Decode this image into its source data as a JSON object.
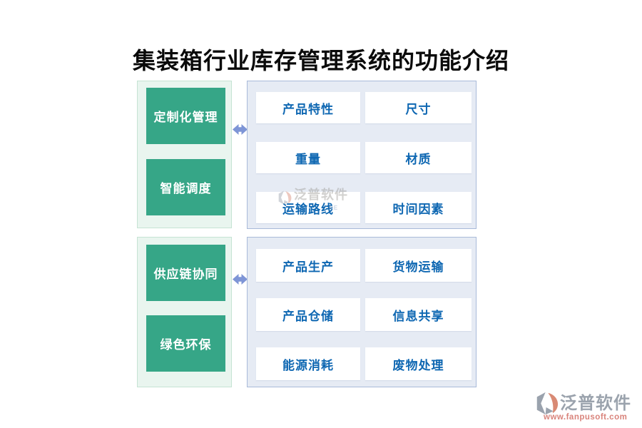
{
  "title": "集装箱行业库存管理系统的功能介绍",
  "sections": [
    {
      "left_items": [
        "定制化管理",
        "智能调度"
      ],
      "right_items": [
        "产品特性",
        "尺寸",
        "重量",
        "材质",
        "运输路线",
        "时间因素"
      ]
    },
    {
      "left_items": [
        "供应链协同",
        "绿色环保"
      ],
      "right_items": [
        "产品生产",
        "货物运输",
        "产品仓储",
        "信息共享",
        "能源消耗",
        "废物处理"
      ]
    }
  ],
  "watermark": {
    "brand": "泛普软件",
    "fragment": "RE"
  },
  "logo": {
    "brand": "泛普软件",
    "url": "www.fanpusoft.com"
  },
  "colors": {
    "green_box": "#36a687",
    "green_panel_bg": "#e9f5ef",
    "green_panel_border": "#c5e3d3",
    "blue_panel_bg": "#e6ebf4",
    "blue_panel_border": "#a9bad9",
    "box_text_blue": "#0e67b2",
    "arrow_blue": "#7e95d6",
    "logo_gray": "#9ba3ad",
    "logo_salmon": "#d9837b"
  }
}
